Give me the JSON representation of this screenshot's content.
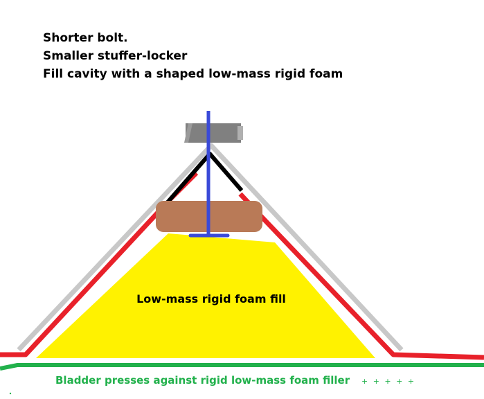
{
  "notes": [
    "Shorter bolt.",
    "Smaller stuffer-locker",
    "Fill cavity with a shaped low-mass rigid foam"
  ],
  "labels": {
    "foam_fill": "Low-mass rigid foam fill",
    "bladder": "Bladder presses against rigid low-mass foam filler",
    "plus_marks": "+ + + + +"
  },
  "colors": {
    "outer_shell": "#c8c8c8",
    "red_liner": "#e8212a",
    "black_strap": "#000000",
    "bolt": "#3a4ad8",
    "bolt_head": "#808080",
    "stuffer_locker": "#b97a57",
    "foam_fill": "#fff200",
    "bladder": "#22b14c",
    "bladder_text": "#22b14c"
  }
}
